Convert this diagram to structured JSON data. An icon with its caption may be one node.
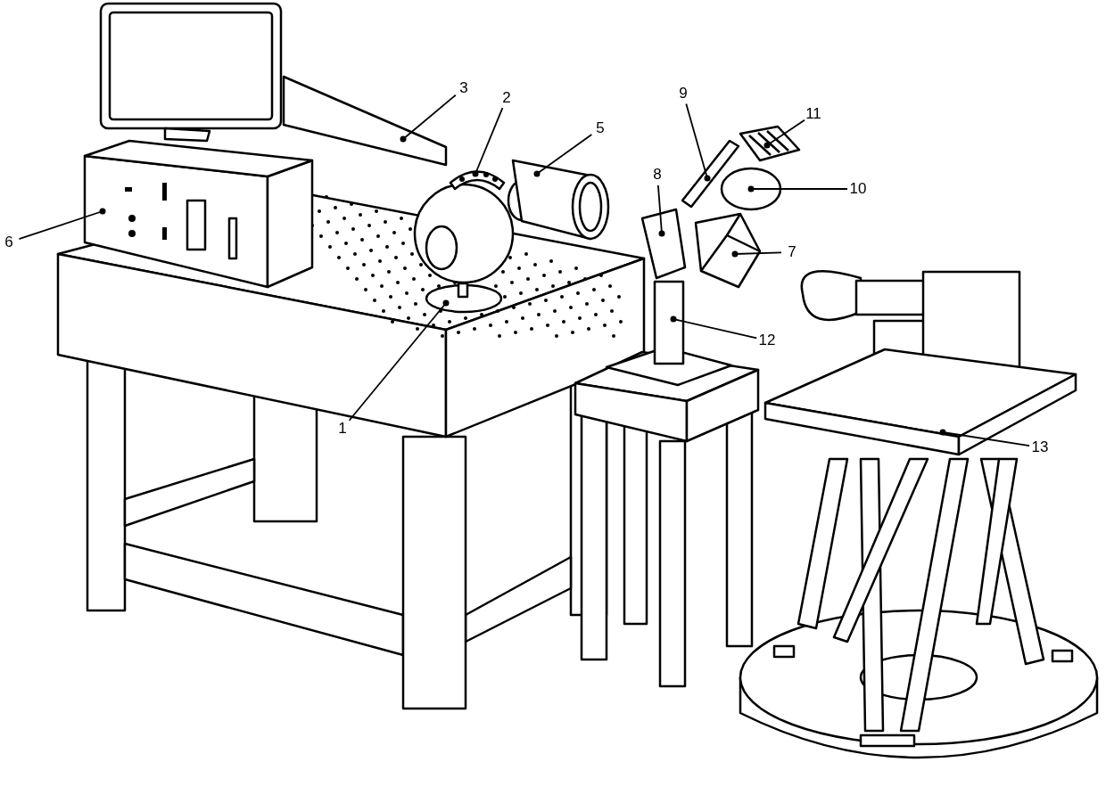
{
  "diagram": {
    "nodes": [
      {
        "text": [
          "3"
        ]
      },
      {
        "text": [
          "2"
        ]
      },
      {
        "text": [
          "9"
        ]
      },
      {
        "text": [
          "11"
        ]
      },
      {
        "text": [
          "5"
        ]
      },
      {
        "text": [
          "8"
        ]
      },
      {
        "text": [
          "10"
        ]
      },
      {
        "text": [
          "6"
        ]
      },
      {
        "text": [
          "7"
        ]
      },
      {
        "text": [
          "12"
        ]
      },
      {
        "text": [
          "1"
        ]
      },
      {
        "text": [
          "13"
        ]
      },
      {
        "text": [],
        "shape": "picture"
      },
      {
        "text": [],
        "shape": "picture"
      },
      {
        "text": [],
        "shape": "picture"
      },
      {
        "text": [],
        "shape": "picture"
      },
      {
        "text": [],
        "shape": "picture"
      },
      {
        "text": [],
        "shape": "picture"
      },
      {
        "text": [],
        "shape": "picture"
      },
      {
        "text": [],
        "shape": "picture"
      },
      {
        "text": [],
        "shape": "picture"
      },
      {
        "text": [],
        "shape": "picture"
      },
      {
        "text": [],
        "shape": "picture"
      },
      {
        "text": [],
        "shape": "picture"
      }
    ],
    "edges": [
      {
        "from": 0,
        "to": 12,
        "arrow": "none"
      },
      {
        "from": 1,
        "to": 13,
        "arrow": "none"
      },
      {
        "from": 2,
        "to": 14,
        "arrow": "none"
      },
      {
        "from": 3,
        "to": 15,
        "arrow": "none"
      },
      {
        "from": 4,
        "to": 16,
        "arrow": "none"
      },
      {
        "from": 5,
        "to": 17,
        "arrow": "none"
      },
      {
        "from": 6,
        "to": 18,
        "arrow": "none"
      },
      {
        "from": 7,
        "to": 19,
        "arrow": "none"
      },
      {
        "from": 8,
        "to": 20,
        "arrow": "none"
      },
      {
        "from": 9,
        "to": 21,
        "arrow": "none"
      },
      {
        "from": 10,
        "to": 22,
        "arrow": "none"
      },
      {
        "from": 11,
        "to": 23,
        "arrow": "none"
      }
    ]
  }
}
